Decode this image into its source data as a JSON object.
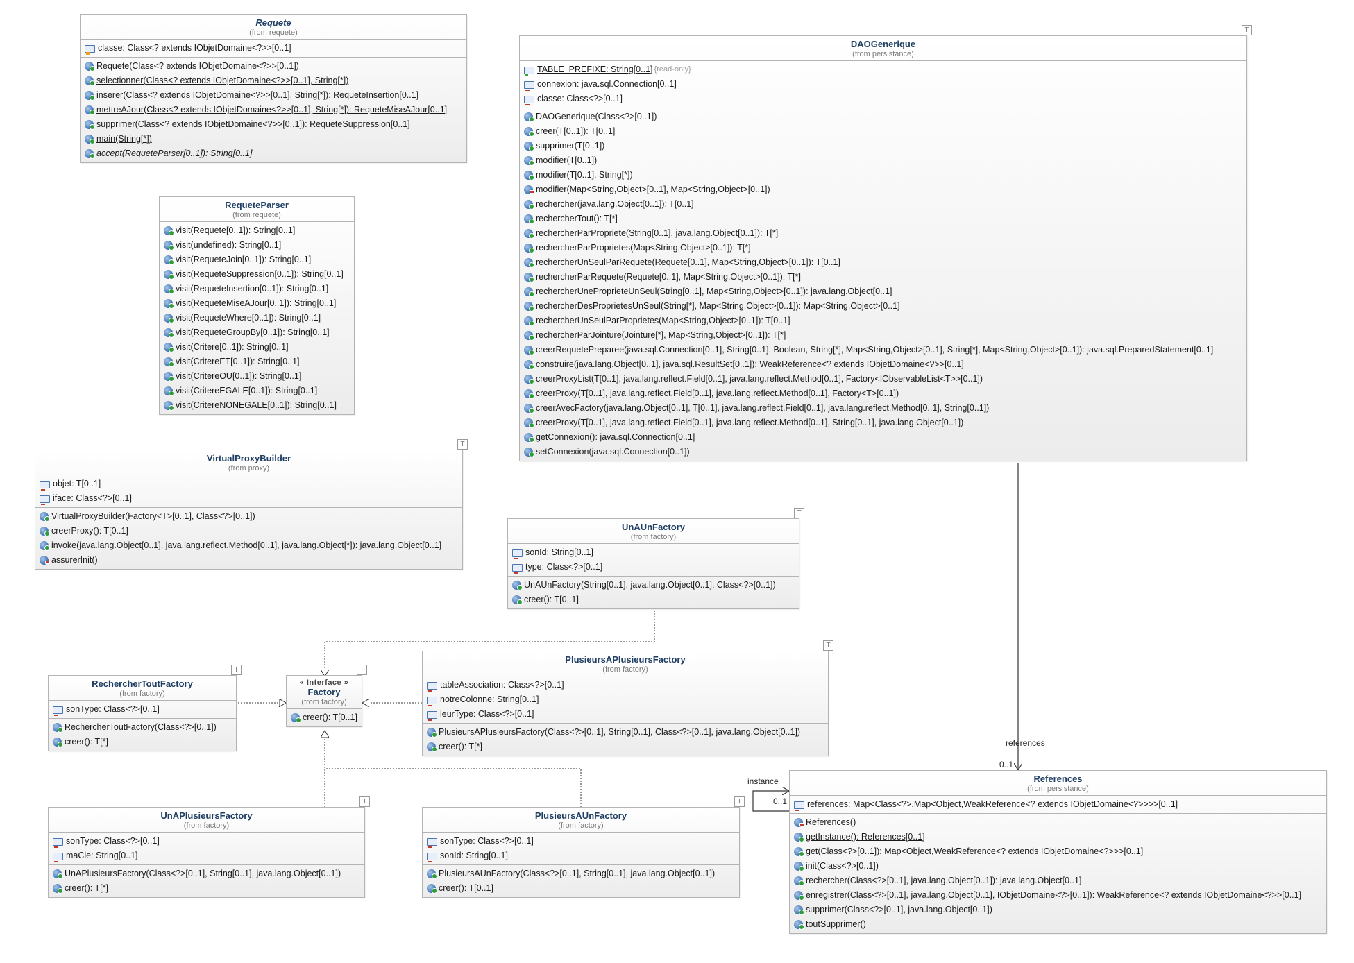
{
  "classes": {
    "requete": {
      "name": "Requete",
      "from": "(from requete)",
      "abstract": true,
      "attrs": [
        {
          "text": "classe: Class<? extends IObjetDomaine<?>>[0..1]",
          "vis": "protected"
        }
      ],
      "ops": [
        {
          "text": "Requete(Class<? extends IObjetDomaine<?>>[0..1])",
          "vis": "public"
        },
        {
          "text": "selectionner(Class<? extends IObjetDomaine<?>>[0..1], String[*])",
          "vis": "public",
          "static": true
        },
        {
          "text": "inserer(Class<? extends IObjetDomaine<?>>[0..1], String[*]): RequeteInsertion[0..1]",
          "vis": "public",
          "static": true
        },
        {
          "text": "mettreAJour(Class<? extends IObjetDomaine<?>>[0..1], String[*]): RequeteMiseAJour[0..1]",
          "vis": "public",
          "static": true
        },
        {
          "text": "supprimer(Class<? extends IObjetDomaine<?>>[0..1]): RequeteSuppression[0..1]",
          "vis": "public",
          "static": true
        },
        {
          "text": "main(String[*])",
          "vis": "public",
          "static": true
        },
        {
          "text": "accept(RequeteParser[0..1]): String[0..1]",
          "vis": "public",
          "abstract": true
        }
      ]
    },
    "requeteParser": {
      "name": "RequeteParser",
      "from": "(from requete)",
      "attrs": [],
      "ops": [
        {
          "text": "visit(Requete[0..1]): String[0..1]",
          "vis": "public"
        },
        {
          "text": "visit(undefined): String[0..1]",
          "vis": "public"
        },
        {
          "text": "visit(RequeteJoin[0..1]): String[0..1]",
          "vis": "public"
        },
        {
          "text": "visit(RequeteSuppression[0..1]): String[0..1]",
          "vis": "public"
        },
        {
          "text": "visit(RequeteInsertion[0..1]): String[0..1]",
          "vis": "public"
        },
        {
          "text": "visit(RequeteMiseAJour[0..1]): String[0..1]",
          "vis": "public"
        },
        {
          "text": "visit(RequeteWhere[0..1]): String[0..1]",
          "vis": "public"
        },
        {
          "text": "visit(RequeteGroupBy[0..1]): String[0..1]",
          "vis": "public"
        },
        {
          "text": "visit(Critere[0..1]): String[0..1]",
          "vis": "public"
        },
        {
          "text": "visit(CritereET[0..1]): String[0..1]",
          "vis": "public"
        },
        {
          "text": "visit(CritereOU[0..1]): String[0..1]",
          "vis": "public"
        },
        {
          "text": "visit(CritereEGALE[0..1]): String[0..1]",
          "vis": "public"
        },
        {
          "text": "visit(CritereNONEGALE[0..1]): String[0..1]",
          "vis": "public"
        }
      ]
    },
    "virtualProxyBuilder": {
      "name": "VirtualProxyBuilder",
      "from": "(from proxy)",
      "badge": "T",
      "attrs": [
        {
          "text": "objet: T[0..1]",
          "vis": "private"
        },
        {
          "text": "iface: Class<?>[0..1]",
          "vis": "private"
        }
      ],
      "ops": [
        {
          "text": "VirtualProxyBuilder(Factory<T>[0..1], Class<?>[0..1])",
          "vis": "public"
        },
        {
          "text": "creerProxy(): T[0..1]",
          "vis": "public"
        },
        {
          "text": "invoke(java.lang.Object[0..1], java.lang.reflect.Method[0..1], java.lang.Object[*]): java.lang.Object[0..1]",
          "vis": "public"
        },
        {
          "text": "assurerInit()",
          "vis": "private"
        }
      ]
    },
    "daoGenerique": {
      "name": "DAOGenerique",
      "from": "(from persistance)",
      "badge": "T",
      "attrs": [
        {
          "text": "TABLE_PREFIXE: String[0..1]",
          "vis": "public",
          "static": true,
          "readonly": "{read-only}"
        },
        {
          "text": "connexion: java.sql.Connection[0..1]",
          "vis": "private"
        },
        {
          "text": "classe: Class<?>[0..1]",
          "vis": "private"
        }
      ],
      "ops": [
        {
          "text": "DAOGenerique(Class<?>[0..1])",
          "vis": "public"
        },
        {
          "text": "creer(T[0..1]): T[0..1]",
          "vis": "public"
        },
        {
          "text": "supprimer(T[0..1])",
          "vis": "public"
        },
        {
          "text": "modifier(T[0..1])",
          "vis": "public"
        },
        {
          "text": "modifier(T[0..1], String[*])",
          "vis": "public"
        },
        {
          "text": "modifier(Map<String,Object>[0..1], Map<String,Object>[0..1])",
          "vis": "private"
        },
        {
          "text": "rechercher(java.lang.Object[0..1]): T[0..1]",
          "vis": "public"
        },
        {
          "text": "rechercherTout(): T[*]",
          "vis": "public"
        },
        {
          "text": "rechercherParPropriete(String[0..1], java.lang.Object[0..1]): T[*]",
          "vis": "public"
        },
        {
          "text": "rechercherParProprietes(Map<String,Object>[0..1]): T[*]",
          "vis": "public"
        },
        {
          "text": "rechercherUnSeulParRequete(Requete[0..1], Map<String,Object>[0..1]): T[0..1]",
          "vis": "public"
        },
        {
          "text": "rechercherParRequete(Requete[0..1], Map<String,Object>[0..1]): T[*]",
          "vis": "public"
        },
        {
          "text": "rechercherUneProprieteUnSeul(String[0..1], Map<String,Object>[0..1]): java.lang.Object[0..1]",
          "vis": "public"
        },
        {
          "text": "rechercherDesProprietesUnSeul(String[*], Map<String,Object>[0..1]): Map<String,Object>[0..1]",
          "vis": "public"
        },
        {
          "text": "rechercherUnSeulParProprietes(Map<String,Object>[0..1]): T[0..1]",
          "vis": "public"
        },
        {
          "text": "rechercherParJointure(Jointure[*], Map<String,Object>[0..1]): T[*]",
          "vis": "public"
        },
        {
          "text": "creerRequetePreparee(java.sql.Connection[0..1], String[0..1], Boolean, String[*], Map<String,Object>[0..1], String[*], Map<String,Object>[0..1]): java.sql.PreparedStatement[0..1]",
          "vis": "public"
        },
        {
          "text": "construire(java.lang.Object[0..1], java.sql.ResultSet[0..1]): WeakReference<? extends IObjetDomaine<?>>[0..1]",
          "vis": "public"
        },
        {
          "text": "creerProxyList(T[0..1], java.lang.reflect.Field[0..1], java.lang.reflect.Method[0..1], Factory<IObservableList<T>>[0..1])",
          "vis": "public"
        },
        {
          "text": "creerProxy(T[0..1], java.lang.reflect.Field[0..1], java.lang.reflect.Method[0..1], Factory<T>[0..1])",
          "vis": "public"
        },
        {
          "text": "creerAvecFactory(java.lang.Object[0..1], T[0..1], java.lang.reflect.Field[0..1], java.lang.reflect.Method[0..1], String[0..1])",
          "vis": "public"
        },
        {
          "text": "creerProxy(T[0..1], java.lang.reflect.Field[0..1], java.lang.reflect.Method[0..1], String[0..1], java.lang.Object[0..1])",
          "vis": "public"
        },
        {
          "text": "getConnexion(): java.sql.Connection[0..1]",
          "vis": "public"
        },
        {
          "text": "setConnexion(java.sql.Connection[0..1])",
          "vis": "public"
        }
      ]
    },
    "unAUnFactory": {
      "name": "UnAUnFactory",
      "from": "(from factory)",
      "badge": "T",
      "attrs": [
        {
          "text": "sonId: String[0..1]",
          "vis": "private"
        },
        {
          "text": "type: Class<?>[0..1]",
          "vis": "private"
        }
      ],
      "ops": [
        {
          "text": "UnAUnFactory(String[0..1], java.lang.Object[0..1], Class<?>[0..1])",
          "vis": "public"
        },
        {
          "text": "creer(): T[0..1]",
          "vis": "public"
        }
      ]
    },
    "rechercherToutFactory": {
      "name": "RechercherToutFactory",
      "from": "(from factory)",
      "badge": "T",
      "attrs": [
        {
          "text": "sonType: Class<?>[0..1]",
          "vis": "private"
        }
      ],
      "ops": [
        {
          "text": "RechercherToutFactory(Class<?>[0..1])",
          "vis": "public"
        },
        {
          "text": "creer(): T[*]",
          "vis": "public"
        }
      ]
    },
    "factory": {
      "stereo": "« Interface »",
      "name": "Factory",
      "from": "(from factory)",
      "badge": "T",
      "attrs": [],
      "ops": [
        {
          "text": "creer(): T[0..1]",
          "vis": "public"
        }
      ]
    },
    "plusieursAPlusieursFactory": {
      "name": "PlusieursAPlusieursFactory",
      "from": "(from factory)",
      "badge": "T",
      "attrs": [
        {
          "text": "tableAssociation: Class<?>[0..1]",
          "vis": "private"
        },
        {
          "text": "notreColonne: String[0..1]",
          "vis": "private"
        },
        {
          "text": "leurType: Class<?>[0..1]",
          "vis": "private"
        }
      ],
      "ops": [
        {
          "text": "PlusieursAPlusieursFactory(Class<?>[0..1], String[0..1], Class<?>[0..1], java.lang.Object[0..1])",
          "vis": "public"
        },
        {
          "text": "creer(): T[*]",
          "vis": "public"
        }
      ]
    },
    "unAPlusieursFactory": {
      "name": "UnAPlusieursFactory",
      "from": "(from factory)",
      "badge": "T",
      "attrs": [
        {
          "text": "sonType: Class<?>[0..1]",
          "vis": "private"
        },
        {
          "text": "maCle: String[0..1]",
          "vis": "private"
        }
      ],
      "ops": [
        {
          "text": "UnAPlusieursFactory(Class<?>[0..1], String[0..1], java.lang.Object[0..1])",
          "vis": "public"
        },
        {
          "text": "creer(): T[*]",
          "vis": "public"
        }
      ]
    },
    "plusieursAUnFactory": {
      "name": "PlusieursAUnFactory",
      "from": "(from factory)",
      "badge": "T",
      "attrs": [
        {
          "text": "sonType: Class<?>[0..1]",
          "vis": "private"
        },
        {
          "text": "sonId: String[0..1]",
          "vis": "private"
        }
      ],
      "ops": [
        {
          "text": "PlusieursAUnFactory(Class<?>[0..1], String[0..1], java.lang.Object[0..1])",
          "vis": "public"
        },
        {
          "text": "creer(): T[0..1]",
          "vis": "public"
        }
      ]
    },
    "references": {
      "name": "References",
      "from": "(from persistance)",
      "attrs": [
        {
          "text": "references: Map<Class<?>,Map<Object,WeakReference<? extends IObjetDomaine<?>>>>[0..1]",
          "vis": "private"
        }
      ],
      "ops": [
        {
          "text": "References()",
          "vis": "private"
        },
        {
          "text": "getInstance(): References[0..1]",
          "vis": "public",
          "static": true
        },
        {
          "text": "get(Class<?>[0..1]): Map<Object,WeakReference<? extends IObjetDomaine<?>>>[0..1]",
          "vis": "public"
        },
        {
          "text": "init(Class<?>[0..1])",
          "vis": "public"
        },
        {
          "text": "rechercher(Class<?>[0..1], java.lang.Object[0..1]): java.lang.Object[0..1]",
          "vis": "public"
        },
        {
          "text": "enregistrer(Class<?>[0..1], java.lang.Object[0..1], IObjetDomaine<?>[0..1]): WeakReference<? extends IObjetDomaine<?>>[0..1]",
          "vis": "public"
        },
        {
          "text": "supprimer(Class<?>[0..1], java.lang.Object[0..1])",
          "vis": "public"
        },
        {
          "text": "toutSupprimer()",
          "vis": "public"
        }
      ]
    }
  },
  "associations": {
    "dao_to_references": {
      "role": "references",
      "multiplicity": "0..1"
    },
    "references_self": {
      "role": "instance",
      "multiplicity": "0..1"
    }
  }
}
